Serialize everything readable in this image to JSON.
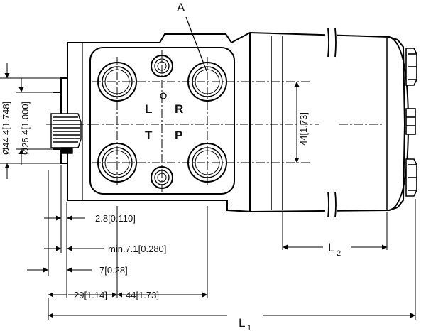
{
  "diagram": {
    "callout_letter": "A",
    "ports": {
      "left": "L",
      "right": "R",
      "tank": "T",
      "pressure": "P"
    },
    "dimensions": {
      "outer_diameter": "Ø44.4[1.748]",
      "inner_diameter": "Ø25.4[1.000]",
      "port_vertical": "44[1.73]",
      "d1": "2.8[0.110]",
      "d2": "min.7.1[0.280]",
      "d3": "7[0.28]",
      "d4": "29[1.14]",
      "d5": "44[1.73]"
    },
    "lengths": {
      "l2_main": "L",
      "l2_sub": "2",
      "l1_main": "L",
      "l1_sub": "1"
    }
  }
}
